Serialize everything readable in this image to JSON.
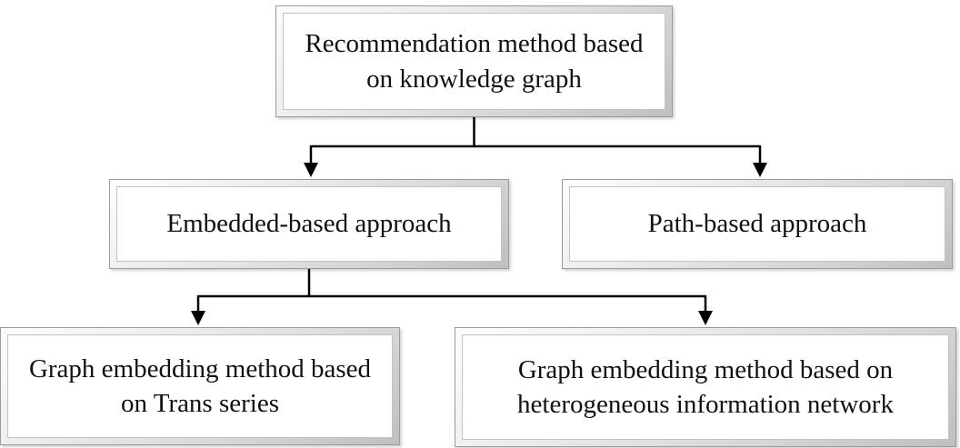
{
  "diagram": {
    "type": "hierarchy",
    "nodes": {
      "root": "Recommendation method based on knowledge graph",
      "embedded": "Embedded-based approach",
      "path": "Path-based approach",
      "trans": "Graph embedding method based on Trans series",
      "hetero": "Graph embedding method based on heterogeneous information network"
    },
    "edges": [
      {
        "from": "root",
        "to": "embedded"
      },
      {
        "from": "root",
        "to": "path"
      },
      {
        "from": "embedded",
        "to": "trans"
      },
      {
        "from": "embedded",
        "to": "hetero"
      }
    ],
    "line_color": "#000000"
  }
}
